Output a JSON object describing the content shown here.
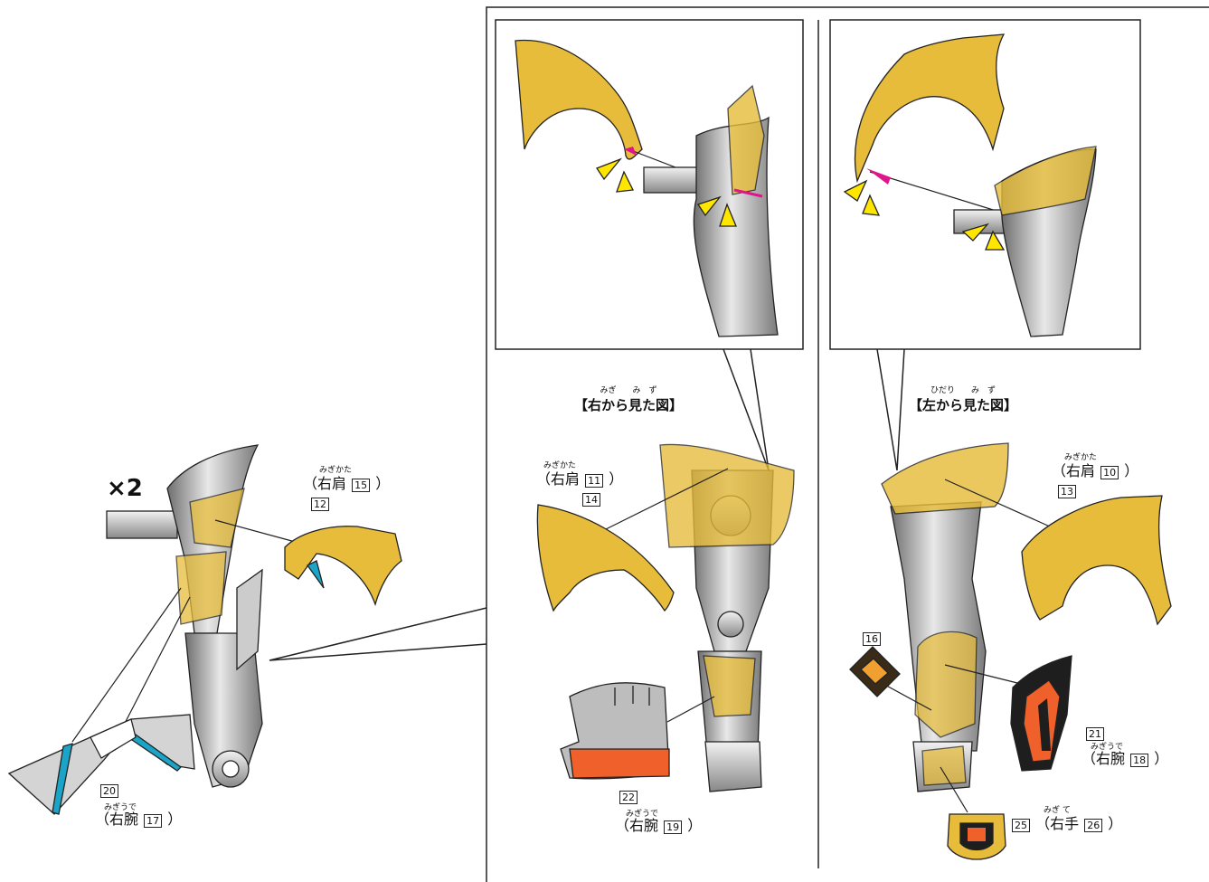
{
  "multiplier": "×2",
  "views": {
    "right_view": {
      "furigana": "みぎ　　み　ず",
      "label": "【右から見た図】"
    },
    "left_view": {
      "furigana": "ひだり　　み　ず",
      "label": "【左から見た図】"
    }
  },
  "labels": {
    "a": {
      "furigana": "みぎかた",
      "text": "（右肩",
      "num": "15",
      "close": "）",
      "sub": "12"
    },
    "b": {
      "furigana": "みぎうで",
      "text": "（右腕",
      "num": "17",
      "close": "）",
      "sub": "20"
    },
    "c": {
      "furigana": "みぎかた",
      "text": "（右肩",
      "num": "11",
      "close": "）",
      "sub": "14"
    },
    "d": {
      "furigana": "みぎうで",
      "text": "（右腕",
      "num": "19",
      "close": "）",
      "sub": "22"
    },
    "e": {
      "furigana": "みぎかた",
      "text": "（右肩",
      "num": "10",
      "close": "）",
      "sub": "13"
    },
    "f": {
      "furigana": "みぎうで",
      "text": "（右腕",
      "num": "18",
      "close": "）",
      "sub": "21"
    },
    "g": {
      "furigana": "みぎ て",
      "pre": "25",
      "text": "（右手",
      "num": "26",
      "close": "）"
    },
    "h": {
      "num": "16"
    }
  },
  "colors": {
    "gold": "#e6bc3a",
    "gold_stroke": "#222",
    "sticker_orange": "#f0602a",
    "cyan": "#1aa5c8",
    "grey_part": "#bdbdbd",
    "magenta": "#e0158c",
    "arrow_yellow": "#ffe600"
  }
}
